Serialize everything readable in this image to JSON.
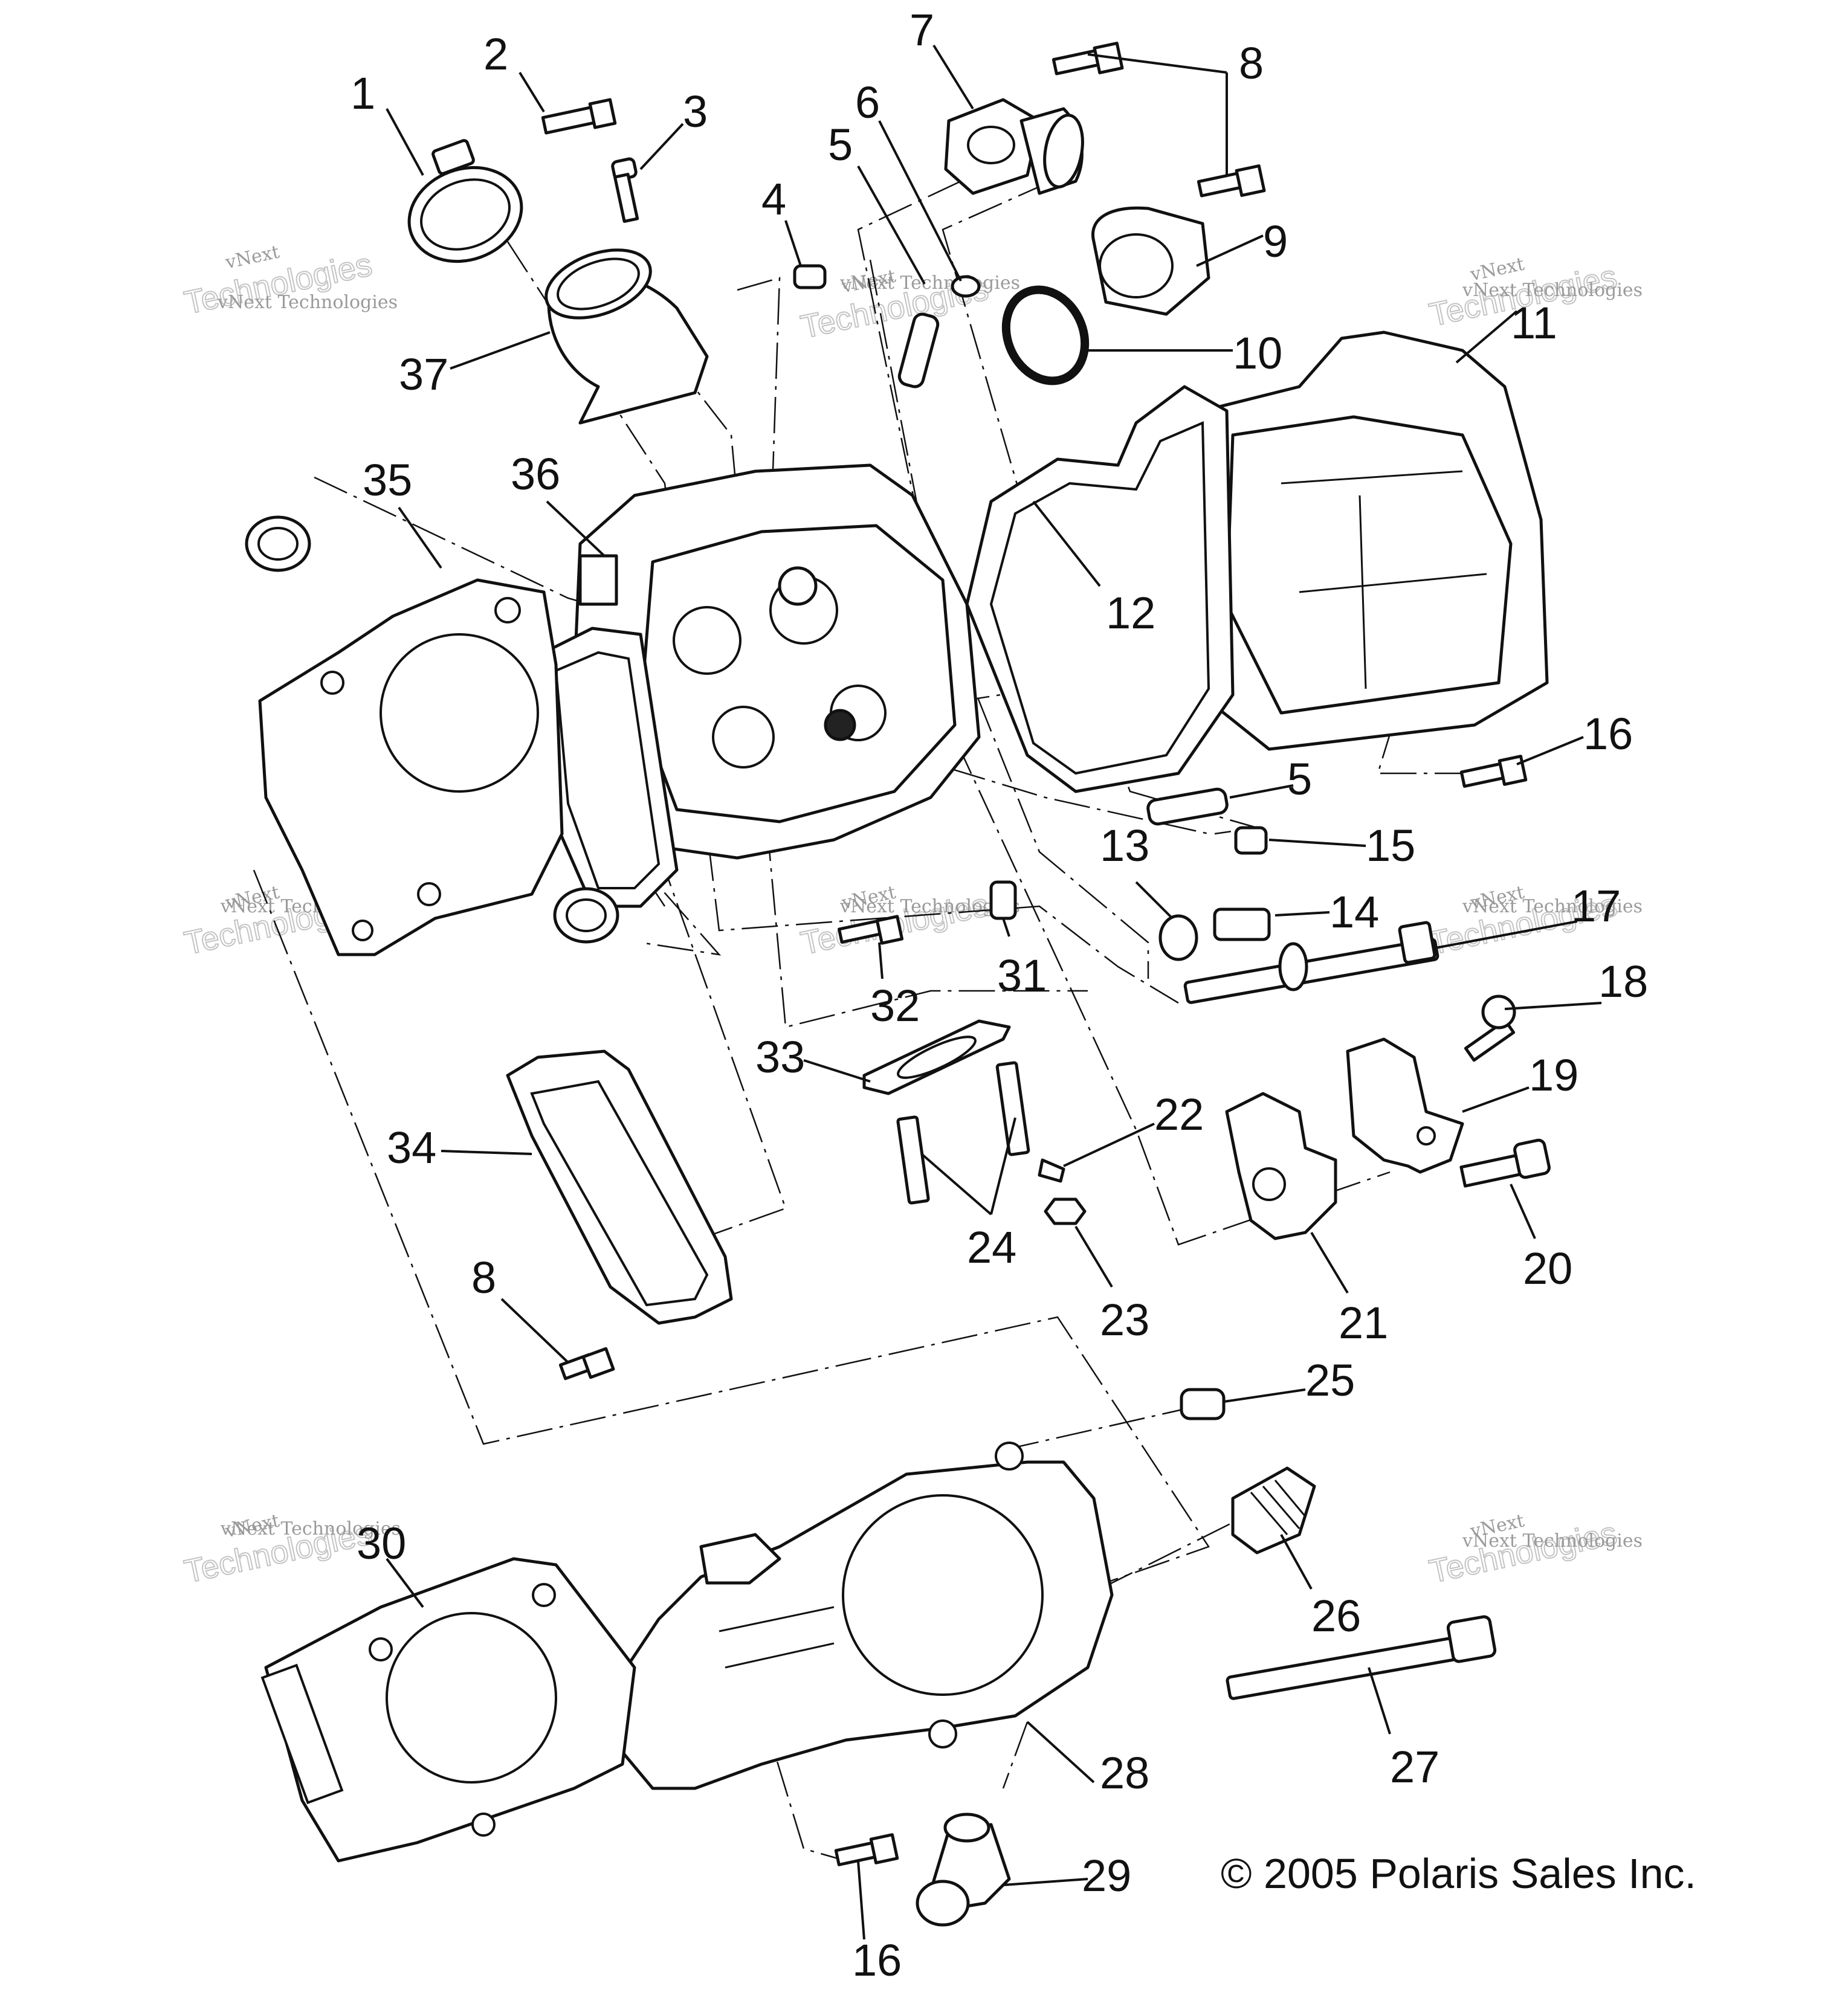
{
  "callouts": [
    "1",
    "2",
    "3",
    "4",
    "5",
    "6",
    "7",
    "8",
    "9",
    "10",
    "11",
    "12",
    "35",
    "36",
    "37",
    "16",
    "5",
    "15",
    "13",
    "14",
    "17",
    "18",
    "19",
    "20",
    "21",
    "22",
    "23",
    "24",
    "31",
    "32",
    "33",
    "34",
    "8",
    "25",
    "26",
    "27",
    "28",
    "29",
    "30",
    "16"
  ],
  "watermarks": {
    "line1": "vNext",
    "line2": "vNext Technologies",
    "line3": "Technologies"
  },
  "copyright": "© 2005 Polaris Sales Inc."
}
